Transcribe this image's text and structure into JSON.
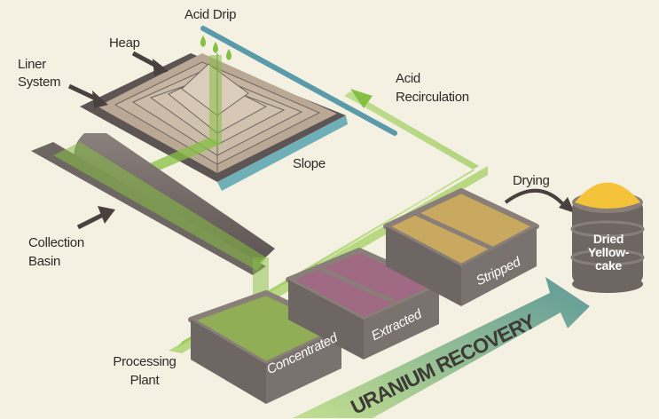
{
  "labels": {
    "acid_drip": "Acid Drip",
    "heap": "Heap",
    "liner_system_1": "Liner",
    "liner_system_2": "System",
    "slope": "Slope",
    "acid_recirculation_1": "Acid",
    "acid_recirculation_2": "Recirculation",
    "collection_basin_1": "Collection",
    "collection_basin_2": "Basin",
    "processing_plant_1": "Processing",
    "processing_plant_2": "Plant",
    "drying": "Drying",
    "dried_yellowcake_1": "Dried",
    "dried_yellowcake_2": "Yellow-",
    "dried_yellowcake_3": "cake"
  },
  "tanks": [
    {
      "label": "Concentrated",
      "liquid_color": "#8fae55"
    },
    {
      "label": "Extracted",
      "liquid_color": "#a06a84"
    },
    {
      "label": "Stripped",
      "liquid_color": "#c9a860"
    }
  ],
  "banner": {
    "label": "URANIUM RECOVERY"
  },
  "colors": {
    "background": "#f4f1e2",
    "acid_green": "#86c043",
    "pipe_blue": "#5b9aa8",
    "heap_tan": "#c9b9a5",
    "structure_gray": "#6e6663",
    "yellowcake": "#f5c33a",
    "banner_teal": "#5f9a9a"
  }
}
